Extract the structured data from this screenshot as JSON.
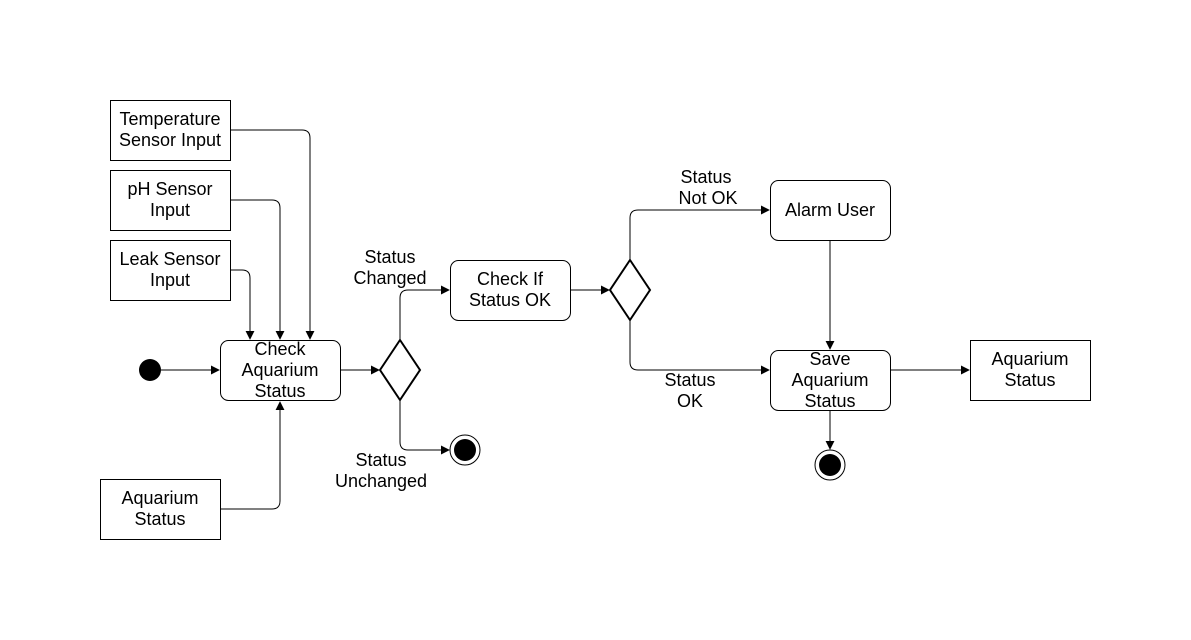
{
  "diagram": {
    "nodes": {
      "temp_sensor": [
        "Temperature",
        "Sensor Input"
      ],
      "ph_sensor": [
        "pH Sensor",
        "Input"
      ],
      "leak_sensor": [
        "Leak Sensor",
        "Input"
      ],
      "status_input": [
        "Aquarium",
        "Status"
      ],
      "check_status": [
        "Check",
        "Aquarium",
        "Status"
      ],
      "check_ok": [
        "Check If",
        "Status OK"
      ],
      "alarm_user": [
        "Alarm User"
      ],
      "save_status": [
        "Save",
        "Aquarium",
        "Status"
      ],
      "status_output": [
        "Aquarium",
        "Status"
      ]
    },
    "edge_labels": {
      "changed": [
        "Status",
        "Changed"
      ],
      "unchanged": [
        "Status",
        "Unchanged"
      ],
      "not_ok": [
        "Status",
        "Not OK"
      ],
      "ok": [
        "Status",
        "OK"
      ]
    }
  }
}
